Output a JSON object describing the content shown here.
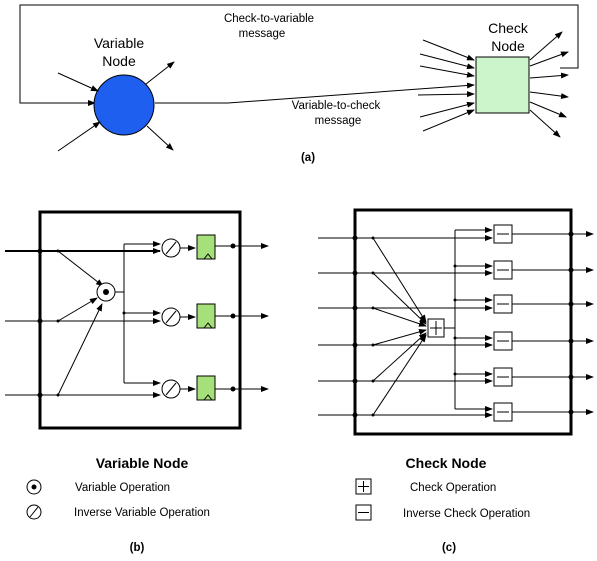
{
  "panel_a": {
    "variable_node_label_line1": "Variable",
    "variable_node_label_line2": "Node",
    "check_node_label_line1": "Check",
    "check_node_label_line2": "Node",
    "c2v_line1": "Check-to-variable",
    "c2v_line2": "message",
    "v2c_line1": "Variable-to-check",
    "v2c_line2": "message",
    "caption": "(a)",
    "colors": {
      "variable_node": "#1f5ff0",
      "check_node": "#ccf5cc"
    }
  },
  "panel_b": {
    "title": "Variable Node",
    "legend_variable_op": "Variable Operation",
    "legend_inverse_variable_op": "Inverse Variable Operation",
    "caption": "(b)",
    "colors": {
      "register": "#a6e07a"
    }
  },
  "panel_c": {
    "title": "Check Node",
    "legend_check_op": "Check Operation",
    "legend_inverse_check_op": "Inverse Check Operation",
    "caption": "(c)",
    "plus_symbol": "+",
    "minus_symbol": "−"
  }
}
